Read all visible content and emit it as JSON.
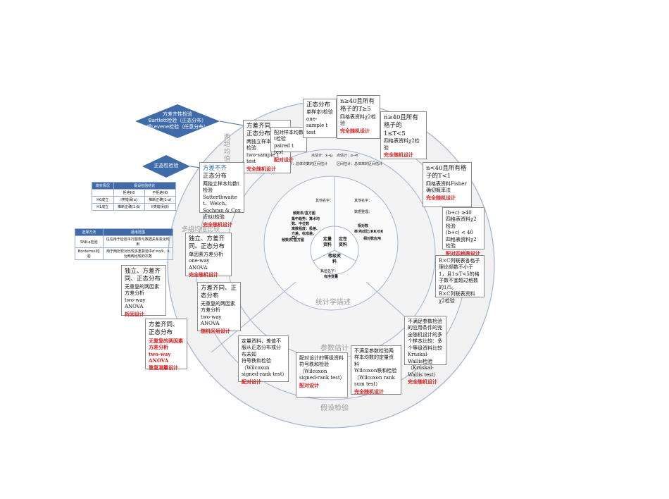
{
  "rings": {
    "descriptive": "统计学描述",
    "param_estimation": "参数估计",
    "hypothesis_test": "假设检验",
    "multigroup_var": "多组均值比较",
    "multigroup_mean": "多组均值比较",
    "vertical_label": "两组均值比较"
  },
  "core": {
    "quant": "定量资料",
    "qual": "定性资料",
    "ordinal": "等级资料"
  },
  "diamonds": {
    "top": "方差齐性检验\nBartlett检验（正态分布）\n或Levene检验（任意分布）",
    "bottom": "正态性检验"
  },
  "blue_table": {
    "headers": [
      "真实情况",
      "假设检验结论",
      ""
    ],
    "sub": [
      "",
      "拒绝H0",
      "不拒绝H0"
    ],
    "rows": [
      [
        "H0成立",
        "I类错误(α)",
        "推断正确(1-α)"
      ],
      [
        "H1成立",
        "推断正确(1-β)",
        "II类错误(β)"
      ]
    ]
  },
  "blue_table2": {
    "headers": [
      "选择方法",
      "适用范围"
    ],
    "rows": [
      [
        "SNK-q检验",
        "往往用于检验平行图表与数据关系变化时用"
      ],
      [
        "Bonferroni检验",
        "用于两比较对比较多重复验中α'=α/k，k为两两比较的次数"
      ]
    ]
  },
  "boxes": {
    "b_ttest_ind": {
      "t1": "方差齐同",
      "t2": "正态分布",
      "t3": "两独立样本均数t检验",
      "t4": "two-sample t test",
      "design": "完全随机设计"
    },
    "b_paired": {
      "t1": "配对样本均数t检验",
      "t2": "paired t test",
      "design": "配对设计"
    },
    "b_one": {
      "t1": "正态分布",
      "t2": "单样本t检验",
      "t3": "one-sample t test"
    },
    "b_chi1": {
      "t1": "n≥40且所有格子的T≥5",
      "t2": "四格表资料χ2检验",
      "design": "完全随机设计"
    },
    "b_chi2": {
      "t1": "n≥40且所有格子的1≤T<5",
      "t2": "四格表资料χ2检验",
      "design": "完全随机设计"
    },
    "b_fisher": {
      "t1": "n<40且所有格子的T<1",
      "t2": "四格表资料Fisher确切概率法",
      "design": "完全随机设计"
    },
    "b_paired_chi": {
      "t1": "(b+c) ≥40",
      "t2": "四格表资料χ2检验",
      "t3": "(b+c) < 40",
      "t4": "四格表资料χ2检验",
      "design": "配对四格表设计"
    },
    "b_rxc": {
      "t1": "R×C列联表各格子理论频数不小于1，且1≤T<5的格子数不宜超过格数的1/5。",
      "t2": "R×C列联表资料χ2检验"
    },
    "b_kw": {
      "t1": "不满足参数检验的应用条件的完全随机设计的多个样本比较：多个等级资料比较",
      "t2": "Kruskal-Wallis检验（Kruskal-Wallis test）",
      "design": "完全随机设计"
    },
    "b_wrs": {
      "t1": "不满足参数检验两样本均数的定量资料",
      "t2": "Wilcoxon秩和检验（Wilcoxon rank sum test）",
      "design": "完全随机设计"
    },
    "b_signed": {
      "t1": "配对设计的等级资料",
      "t2": "符号秩和检验（Wilcoxon signed-rank test）",
      "design": "配对设计"
    },
    "b_signed2": {
      "t1": "定量资料，差值不服从正态分布或分布未知",
      "t2": "符号秩和检验（Wilcoxon signed-rank test）",
      "design": "配对设计"
    },
    "b_welch": {
      "t1": "方差不齐",
      "t2": "正态分布",
      "t3": "两独立样本均数t检验",
      "t4": "Satterthwaite t、Welch、Sochran & Cox近似t检验",
      "design": "完全随机设计"
    },
    "b_anova1": {
      "t1": "独立、方差齐同、正态分布",
      "t2": "单因素方差分析",
      "t3": "one-way ANOVA",
      "design": "完全随机设计"
    },
    "b_anova2": {
      "t1": "方差齐同、正态分布",
      "t2": "无重复的两因素方差分析",
      "t3": "two-way ANOVA",
      "design": "随机区组设计"
    },
    "b_factorial": {
      "t1": "独立、方差齐同、正态分布",
      "t2": "无重复的两因素方差分析",
      "t3": "two-way ANOVA",
      "design": "析因设计"
    },
    "b_repeated": {
      "t1": "方差齐同、正态分布",
      "t2": "无重复的两因素方差分析",
      "t3": "two-way ANOVA",
      "design": "重复测量设计"
    }
  },
  "inner_texts": {
    "point_est1": "点估计：x̄→μ",
    "point_est2": "点估计：p→π",
    "interval1": "区间估计：总体均数的区间估计",
    "interval2": "区间估计：总体率的区间估计",
    "freq_table": "频数表/直方图",
    "freq_table2": "频数表/直方图",
    "central": "集中趋势：算术均数、中位数",
    "disp": "离散程度：极差、方差、标准差、CV",
    "other_names": "其他名字：",
    "rel_num": "相对数",
    "rel_num_sub": "率/构成比/RR/OR",
    "rel_app": "相对数应用",
    "other_names2": "其他名字：",
    "data_org": "数据整理：",
    "ord_other": "其他名字：",
    "ord_sub": "有序变量"
  },
  "colors": {
    "blue": "#3f6ca8",
    "red": "#d81e1e",
    "ring": "#f2f2f2",
    "ringStroke": "#9fb3d1"
  }
}
